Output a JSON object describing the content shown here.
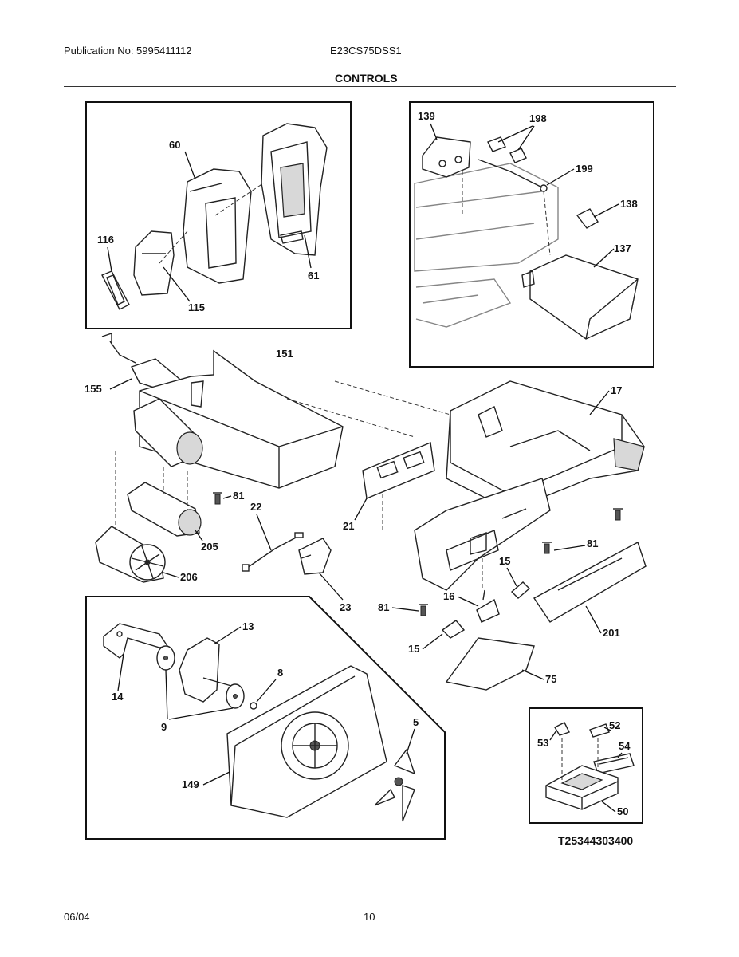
{
  "header": {
    "publication": "Publication No: 5995411112",
    "model": "E23CS75DSS1",
    "section_title": "CONTROLS"
  },
  "footer": {
    "date": "06/04",
    "page_number": "10",
    "diagram_code": "T25344303400"
  },
  "parts": {
    "p60": "60",
    "p61": "61",
    "p116": "116",
    "p115": "115",
    "p139": "139",
    "p198": "198",
    "p199": "199",
    "p138": "138",
    "p137": "137",
    "p151": "151",
    "p155": "155",
    "p17": "17",
    "p81a": "81",
    "p81b": "81",
    "p81c": "81",
    "p21": "21",
    "p22": "22",
    "p205": "205",
    "p206": "206",
    "p23": "23",
    "p15a": "15",
    "p15b": "15",
    "p16": "16",
    "p201": "201",
    "p75": "75",
    "p13": "13",
    "p8": "8",
    "p14": "14",
    "p9": "9",
    "p5": "5",
    "p149": "149",
    "p53": "53",
    "p52": "52",
    "p54": "54",
    "p50": "50"
  }
}
